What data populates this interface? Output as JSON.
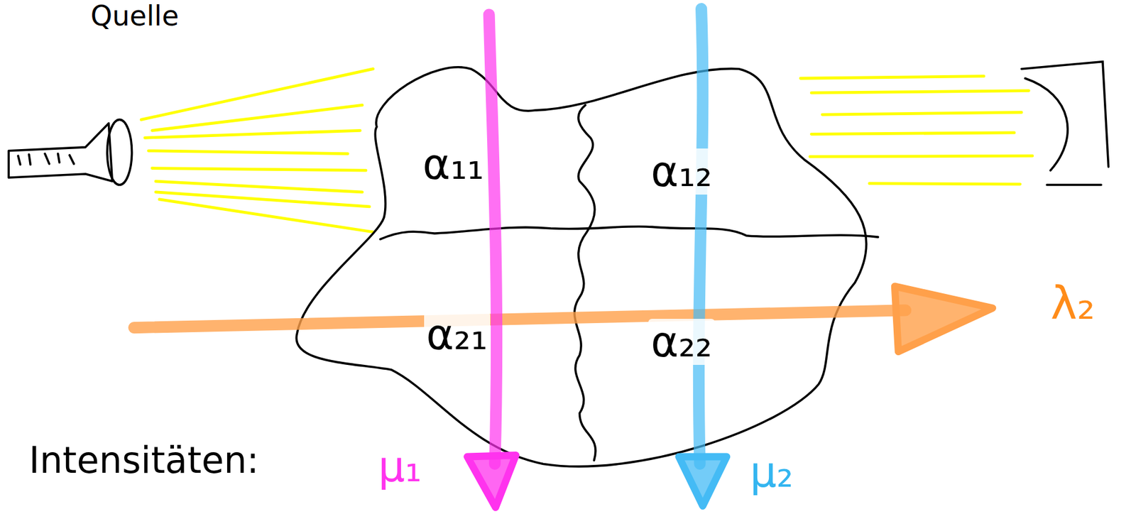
{
  "diagram": {
    "nodes": [
      {
        "text": [
          "α₁₁"
        ]
      },
      {
        "text": [
          "α₁₂"
        ]
      },
      {
        "text": [
          "α₂₁"
        ]
      },
      {
        "text": [
          "α₂₂"
        ]
      }
    ],
    "labels": [
      "Quelle",
      "λ₂",
      "μ₁",
      "μ₂",
      "Intensitäten:"
    ]
  }
}
